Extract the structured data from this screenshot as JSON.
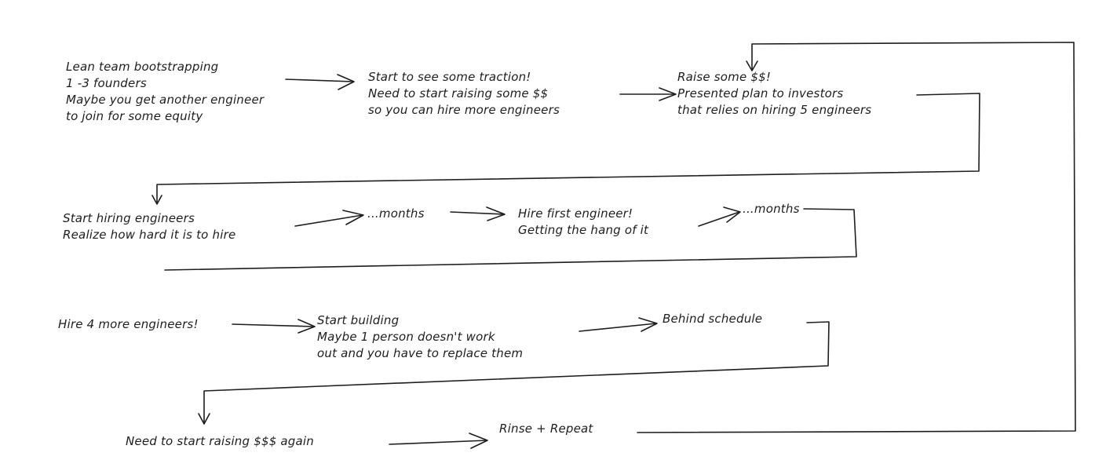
{
  "diagram": {
    "nodes": [
      {
        "id": "lean-team",
        "lines": [
          "Lean team bootstrapping",
          "1 -3 founders",
          "Maybe you get another engineer",
          "to join for some equity"
        ]
      },
      {
        "id": "traction",
        "lines": [
          "Start to see some traction!",
          "Need to start raising some $$",
          "so you can hire more engineers"
        ]
      },
      {
        "id": "raise",
        "lines": [
          "Raise some $$!",
          "Presented plan to investors",
          "that relies on hiring 5 engineers"
        ]
      },
      {
        "id": "start-hiring",
        "lines": [
          "Start hiring engineers",
          "Realize how hard it is to hire"
        ]
      },
      {
        "id": "months-1",
        "lines": [
          "...months"
        ]
      },
      {
        "id": "first-engineer",
        "lines": [
          "Hire first engineer!",
          "Getting the hang of it"
        ]
      },
      {
        "id": "months-2",
        "lines": [
          "...months"
        ]
      },
      {
        "id": "hire-four",
        "lines": [
          "Hire 4 more engineers!"
        ]
      },
      {
        "id": "start-building",
        "lines": [
          "Start building",
          "Maybe 1 person doesn't work",
          "out and you have to replace them"
        ]
      },
      {
        "id": "behind-schedule",
        "lines": [
          "Behind schedule"
        ]
      },
      {
        "id": "raise-again",
        "lines": [
          "Need to start raising $$$ again"
        ]
      },
      {
        "id": "rinse-repeat",
        "lines": [
          "Rinse + Repeat"
        ]
      }
    ],
    "edges": [
      {
        "from": "lean-team",
        "to": "traction"
      },
      {
        "from": "traction",
        "to": "raise"
      },
      {
        "from": "raise",
        "to": "start-hiring"
      },
      {
        "from": "start-hiring",
        "to": "months-1"
      },
      {
        "from": "months-1",
        "to": "first-engineer"
      },
      {
        "from": "first-engineer",
        "to": "months-2"
      },
      {
        "from": "months-2",
        "to": "hire-four"
      },
      {
        "from": "hire-four",
        "to": "start-building"
      },
      {
        "from": "start-building",
        "to": "behind-schedule"
      },
      {
        "from": "behind-schedule",
        "to": "raise-again"
      },
      {
        "from": "raise-again",
        "to": "rinse-repeat"
      },
      {
        "from": "rinse-repeat",
        "to": "raise"
      }
    ]
  }
}
